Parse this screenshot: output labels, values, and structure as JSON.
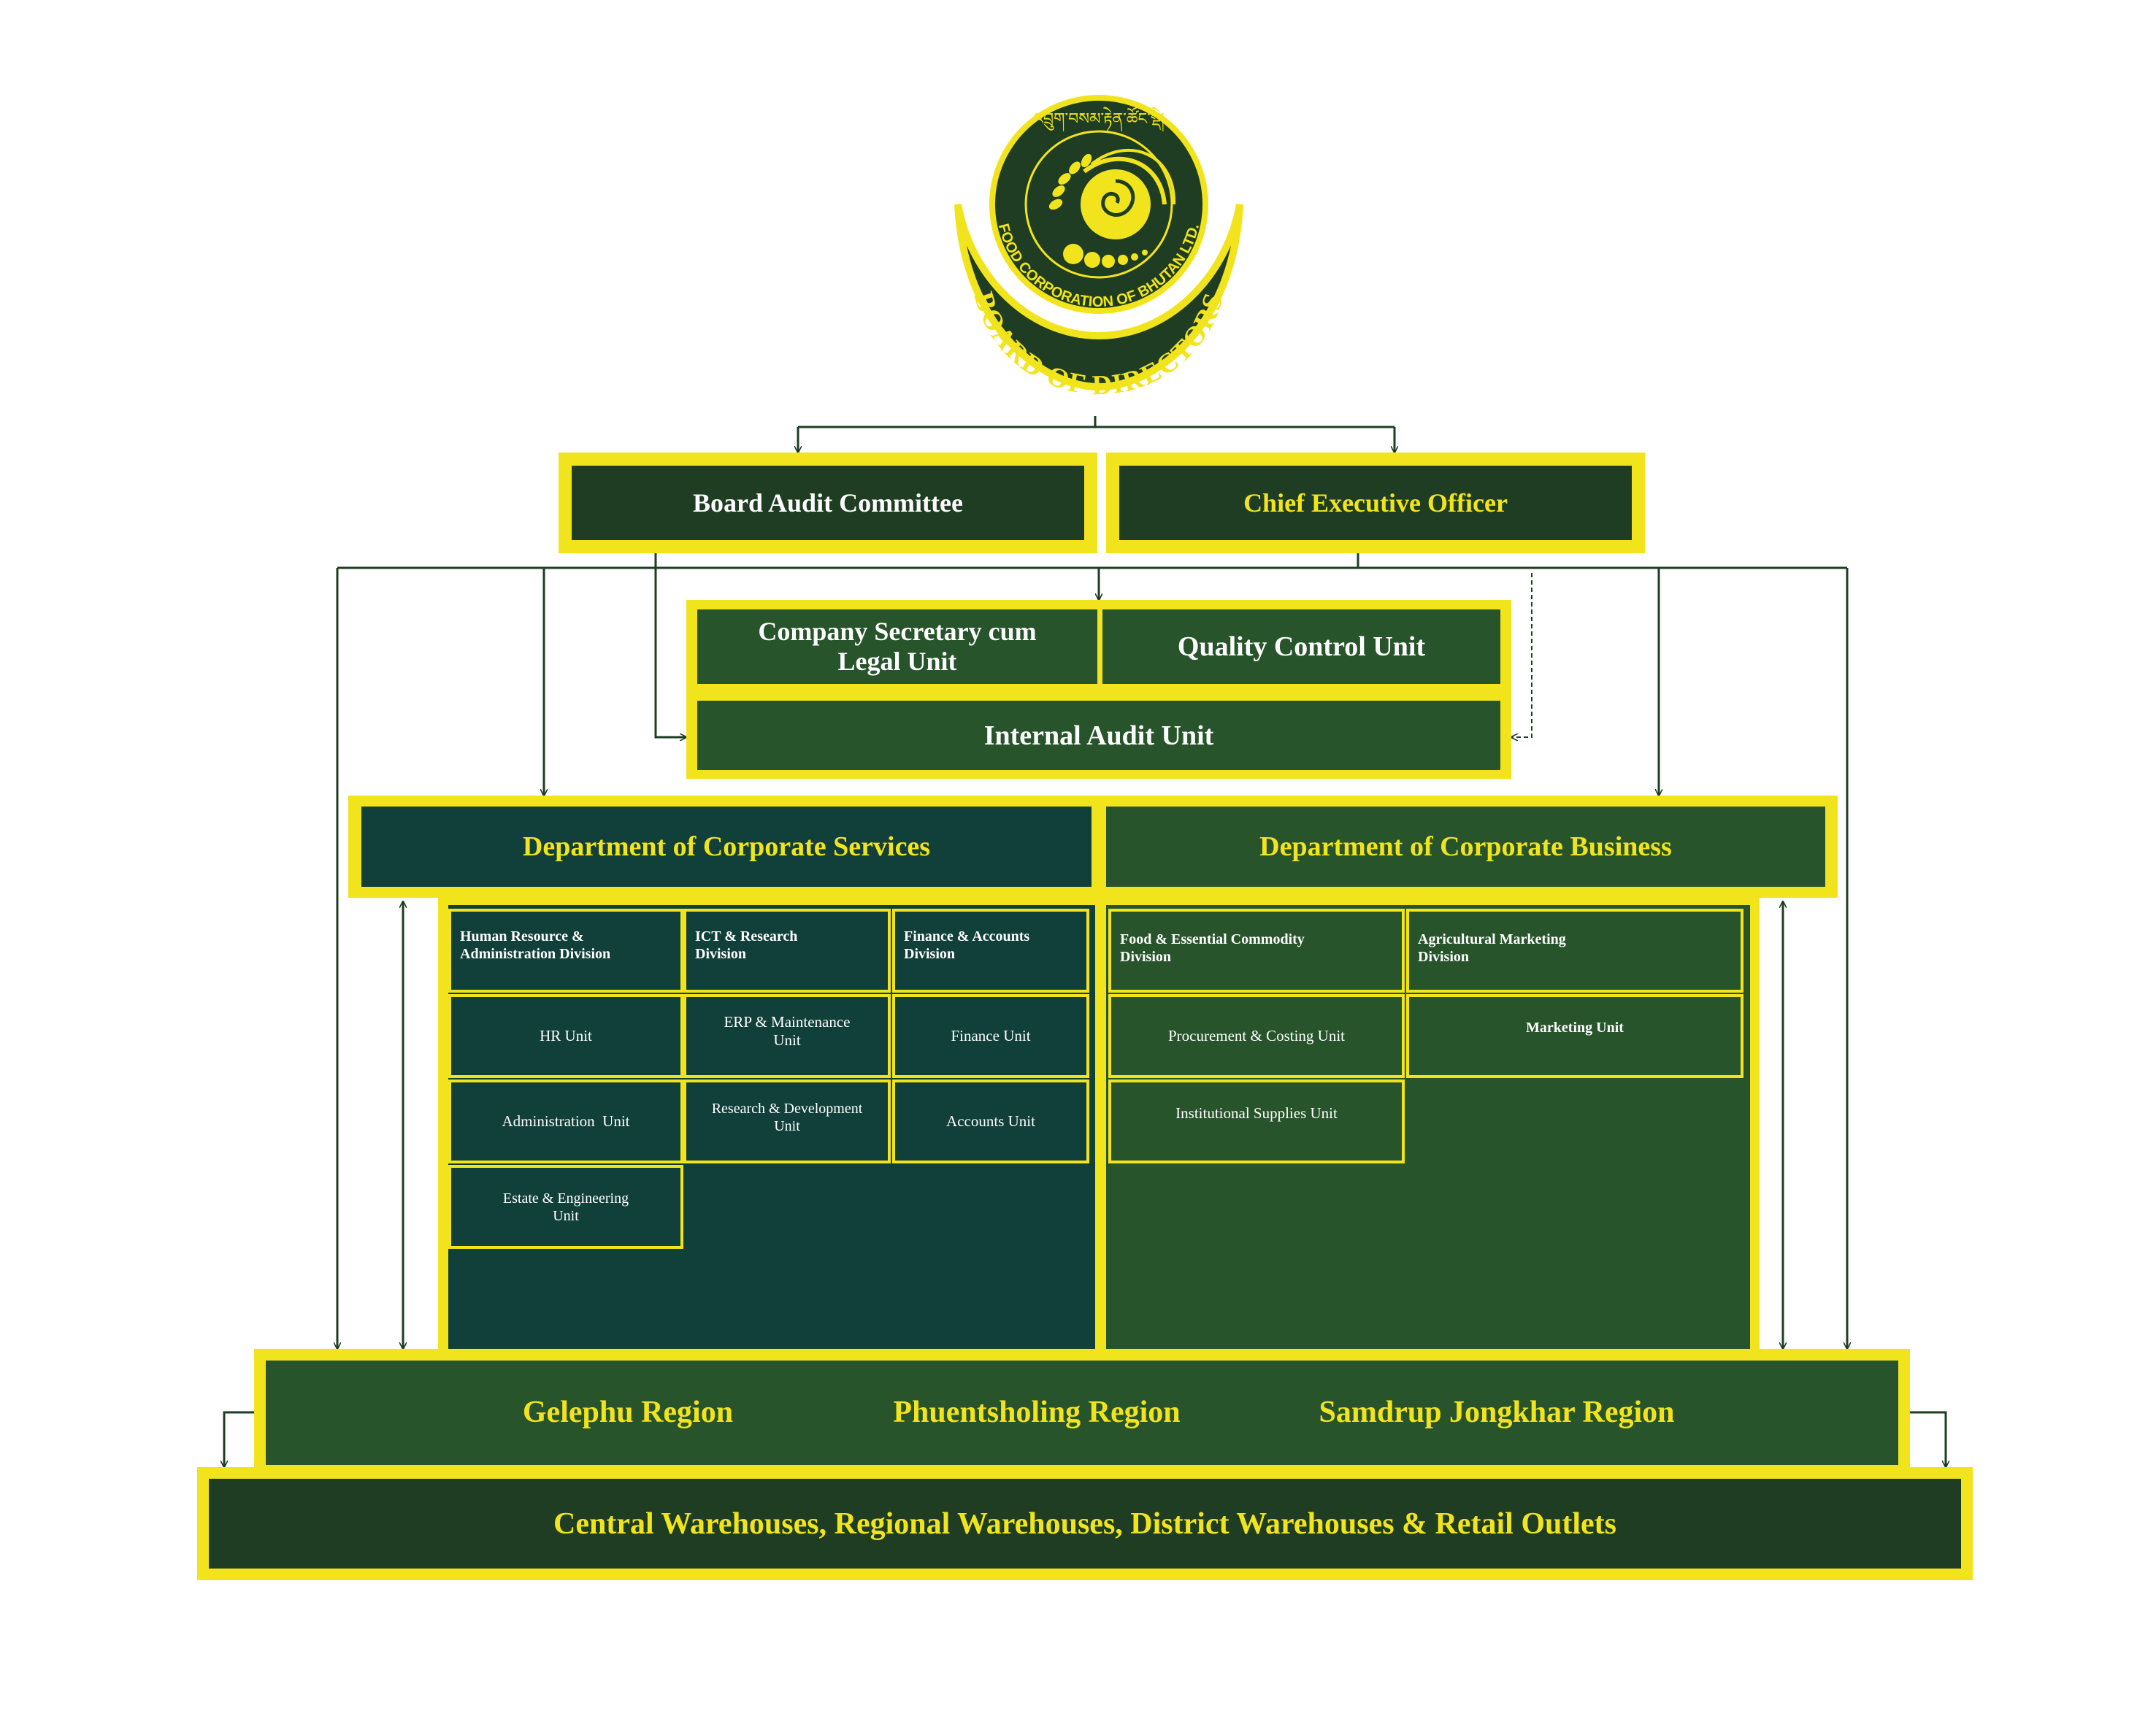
{
  "logo": {
    "arc_text": "BOARD OF DIRECTORS",
    "ring_text": "FOOD CORPORATION OF BHUTAN LTD.",
    "tibetan_text": "འབྲུག་བསམ་རྟེན་ཚོང་སྡེ།",
    "colors": {
      "yellow": "#f2e41c",
      "green": "#1e3d22"
    }
  },
  "top": {
    "audit_committee": "Board Audit Committee",
    "ceo": "Chief Executive Officer"
  },
  "units": {
    "company_secretary_l1": "Company Secretary cum",
    "company_secretary_l2": "Legal Unit",
    "quality_control": "Quality Control Unit",
    "internal_audit": "Internal Audit Unit"
  },
  "departments": {
    "corporate_services": {
      "title": "Department of Corporate Services",
      "hr_division_l1": "Human Resource &",
      "hr_division_l2": "Administration Division",
      "ict_division_l1": "ICT & Research",
      "ict_division_l2": "Division",
      "finance_division_l1": "Finance & Accounts",
      "finance_division_l2": "Division",
      "hr_unit": "HR Unit",
      "erp_unit_l1": "ERP & Maintenance",
      "erp_unit_l2": "Unit",
      "finance_unit": "Finance Unit",
      "admin_unit": "Administration  Unit",
      "rnd_unit_l1": "Research & Development",
      "rnd_unit_l2": "Unit",
      "accounts_unit": "Accounts Unit",
      "estate_unit_l1": "Estate & Engineering",
      "estate_unit_l2": "Unit"
    },
    "corporate_business": {
      "title": "Department of Corporate Business",
      "food_division_l1": "Food & Essential Commodity",
      "food_division_l2": "Division",
      "agri_division_l1": "Agricultural Marketing",
      "agri_division_l2": "Division",
      "procurement_unit": "Procurement & Costing Unit",
      "marketing_unit": "Marketing Unit",
      "institutional_unit": "Institutional Supplies Unit"
    }
  },
  "regions": {
    "gelephu": "Gelephu Region",
    "phuentsholing": "Phuentsholing Region",
    "samdrup": "Samdrup Jongkhar Region"
  },
  "warehouses": "Central Warehouses, Regional Warehouses, District Warehouses & Retail Outlets",
  "colors": {
    "yellow": "#f2e41c",
    "dark_green": "#1e3d22",
    "green": "#27542b",
    "teal": "#113f39",
    "connector": "#1e3d22"
  }
}
